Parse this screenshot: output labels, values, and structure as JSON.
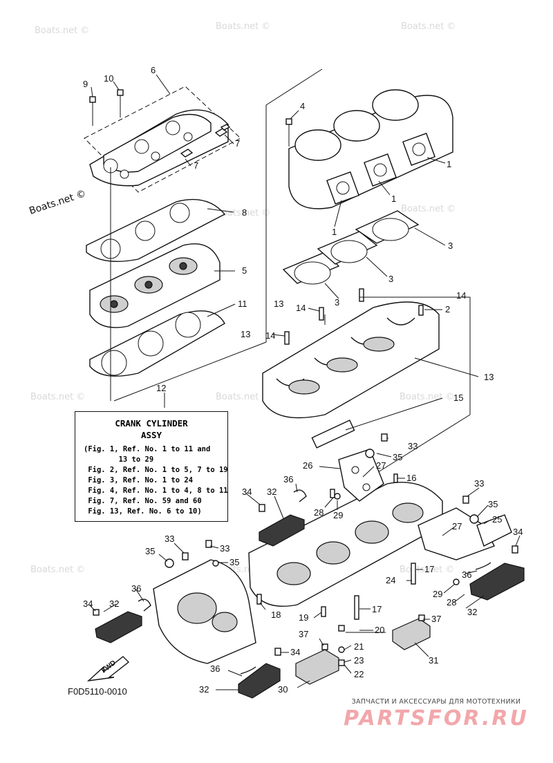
{
  "legend": {
    "title": "CRANK CYLINDER",
    "subtitle": "ASSY",
    "lines": [
      "(Fig. 1, Ref. No. 1 to 11 and",
      "        13 to 29",
      " Fig. 2, Ref. No. 1 to 5, 7 to 19",
      " Fig. 3, Ref. No. 1 to 24",
      " Fig. 4, Ref. No. 1 to 4, 8 to 11",
      " Fig. 7, Ref. No. 59 and 60",
      " Fig. 13, Ref. No. 6 to 10)"
    ]
  },
  "figure_code": "F0D5110-0010",
  "fwd_label": "FWD",
  "watermark": "Boats.net ©",
  "brand": {
    "tagline": "ЗАПЧАСТИ И АКСЕССУАРЫ ДЛЯ МОТОТЕХНИКИ",
    "name": "PARTSFOR.RU"
  },
  "callouts": {
    "n1": "1",
    "n2": "2",
    "n3": "3",
    "n4": "4",
    "n5": "5",
    "n6": "6",
    "n7": "7",
    "n8": "8",
    "n9": "9",
    "n10": "10",
    "n11": "11",
    "n12": "12",
    "n13": "13",
    "n14": "14",
    "n15": "15",
    "n16": "16",
    "n17": "17",
    "n18": "18",
    "n19": "19",
    "n20": "20",
    "n21": "21",
    "n22": "22",
    "n23": "23",
    "n24": "24",
    "n25": "25",
    "n26": "26",
    "n27": "27",
    "n28": "28",
    "n29": "29",
    "n30": "30",
    "n31": "31",
    "n32": "32",
    "n33": "33",
    "n34": "34",
    "n35": "35",
    "n36": "36",
    "n37": "37"
  },
  "colors": {
    "line": "#111111",
    "watermark": "#d9d9d9",
    "brand": "#f2a7ab"
  }
}
